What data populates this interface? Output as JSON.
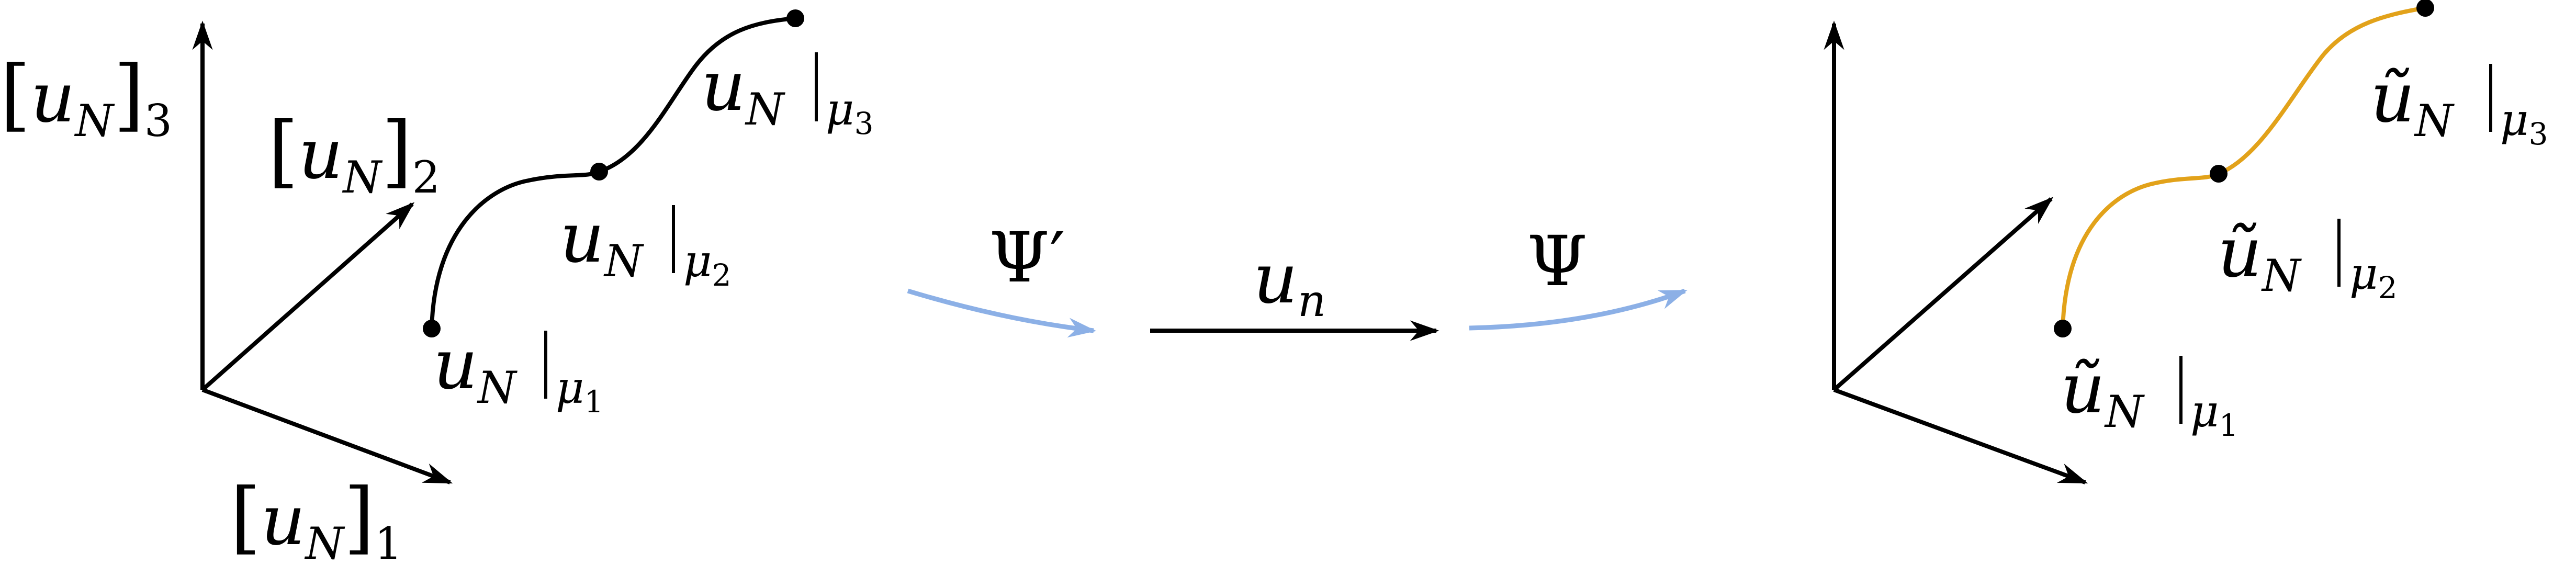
{
  "left_panel": {
    "axis_labels": [
      {
        "base": "u",
        "sub": "N",
        "index": "3"
      },
      {
        "base": "u",
        "sub": "N",
        "index": "2"
      },
      {
        "base": "u",
        "sub": "N",
        "index": "1"
      }
    ],
    "points": [
      {
        "base": "u",
        "sub": "N",
        "param": "μ",
        "param_index": "1"
      },
      {
        "base": "u",
        "sub": "N",
        "param": "μ",
        "param_index": "2"
      },
      {
        "base": "u",
        "sub": "N",
        "param": "μ",
        "param_index": "3"
      }
    ]
  },
  "middle": {
    "encoder_label": "Ψ′",
    "latent_label": {
      "base": "u",
      "sub": "n"
    },
    "decoder_label": "Ψ"
  },
  "right_panel": {
    "points": [
      {
        "base": "ũ",
        "sub": "N",
        "param": "μ",
        "param_index": "1"
      },
      {
        "base": "ũ",
        "sub": "N",
        "param": "μ",
        "param_index": "2"
      },
      {
        "base": "ũ",
        "sub": "N",
        "param": "μ",
        "param_index": "3"
      }
    ]
  },
  "colors": {
    "original_curve": "#000000",
    "reconstructed_curve": "#E2A21A",
    "map_arrows": "#8CB0E6"
  }
}
